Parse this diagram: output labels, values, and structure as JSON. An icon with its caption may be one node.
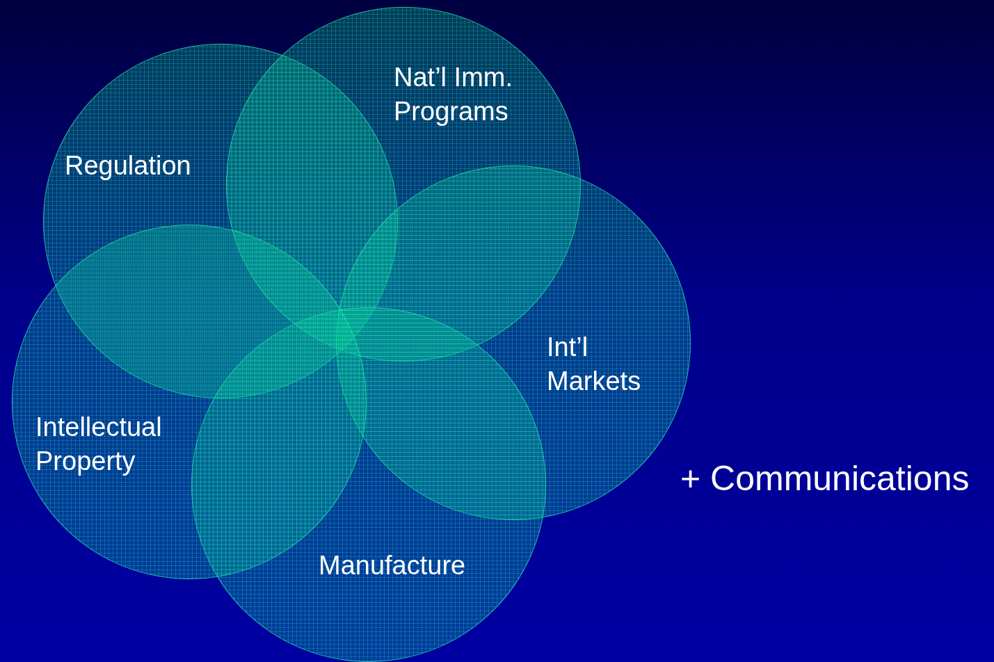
{
  "diagram": {
    "nodes": [
      {
        "text": [
          "Regulation"
        ]
      },
      {
        "text": [
          "Nat’l Imm. Programs"
        ]
      },
      {
        "text": [
          "Int’l Markets"
        ]
      },
      {
        "text": [
          "Manufacture"
        ]
      },
      {
        "text": [
          "Intellectual Property"
        ]
      }
    ],
    "labels": [
      "+ Communications"
    ]
  }
}
